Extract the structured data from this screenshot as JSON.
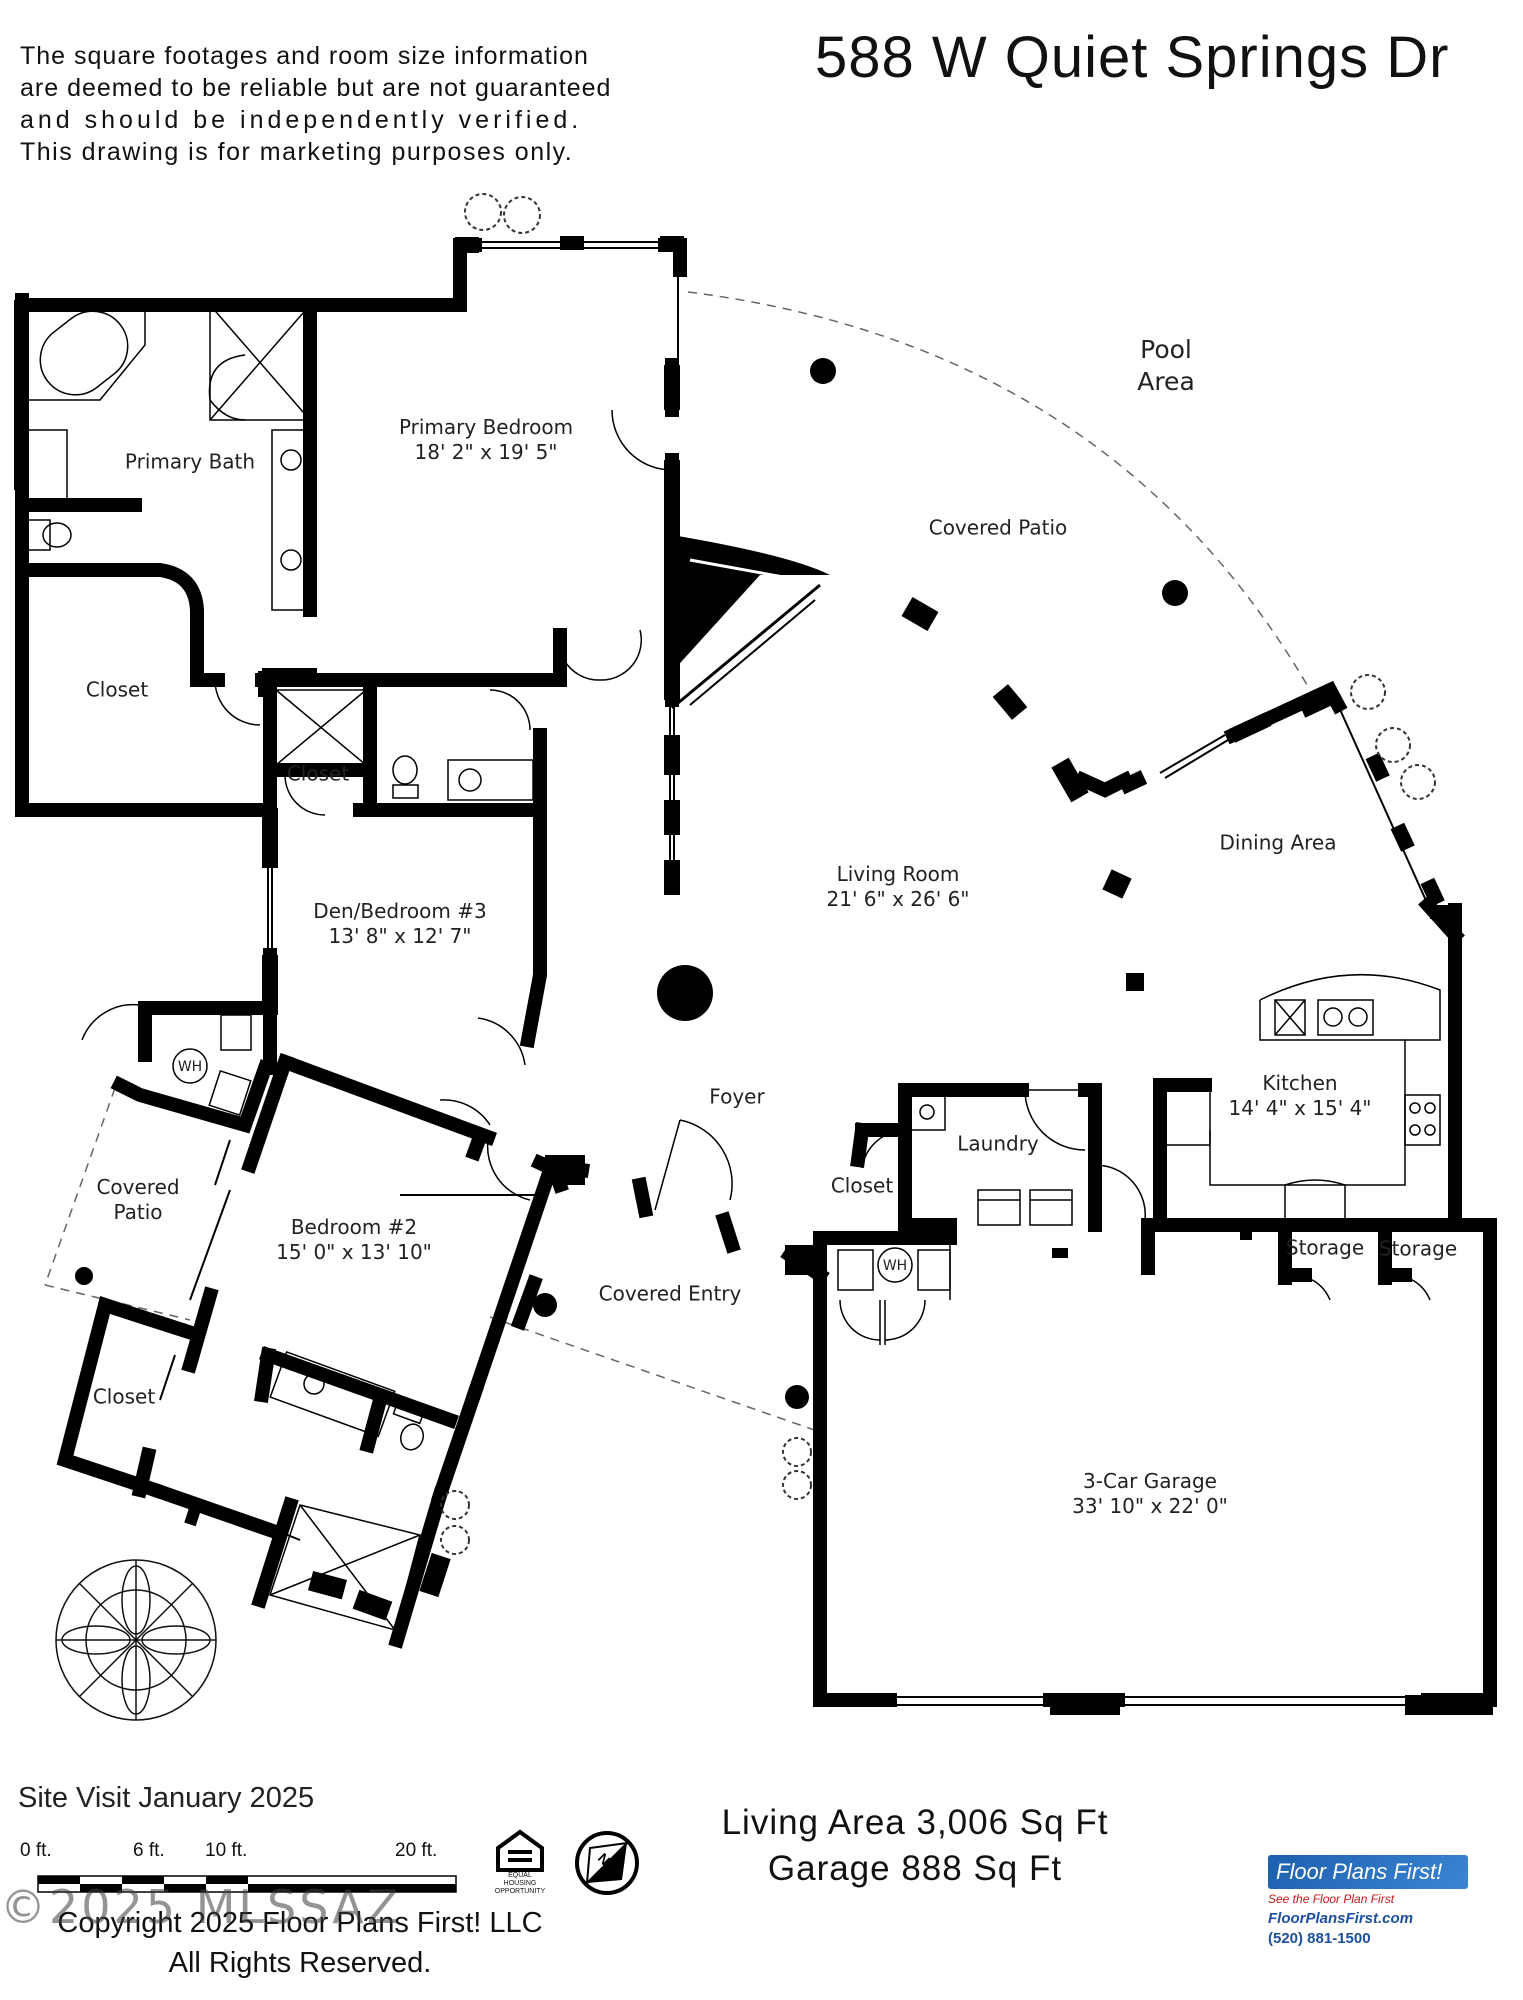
{
  "disclaimer": {
    "line1": "The square footages and room size information",
    "line2": "are deemed to be reliable but are not guaranteed",
    "line3": "and should be independently verified.",
    "line4": "This drawing is for marketing purposes only."
  },
  "address": "588 W Quiet Springs Dr",
  "rooms": {
    "primary_bedroom": {
      "name": "Primary Bedroom",
      "size": "18' 2\" x 19' 5\""
    },
    "primary_bath": {
      "name": "Primary Bath"
    },
    "pool_area": {
      "line1": "Pool",
      "line2": "Area"
    },
    "covered_patio_top": {
      "name": "Covered Patio"
    },
    "closet_primary": {
      "name": "Closet"
    },
    "closet_hall": {
      "name": "Closet"
    },
    "den_bedroom3": {
      "name": "Den/Bedroom #3",
      "size": "13' 8\" x 12' 7\""
    },
    "living_room": {
      "name": "Living Room",
      "size": "21' 6\" x 26' 6\""
    },
    "dining_area": {
      "name": "Dining Area"
    },
    "kitchen": {
      "name": "Kitchen",
      "size": "14' 4\" x 15' 4\""
    },
    "laundry": {
      "name": "Laundry"
    },
    "closet_foyer": {
      "name": "Closet"
    },
    "foyer": {
      "name": "Foyer"
    },
    "covered_patio_left": {
      "line1": "Covered",
      "line2": "Patio"
    },
    "bedroom2": {
      "name": "Bedroom #2",
      "size": "15' 0\" x 13' 10\""
    },
    "closet_bedroom2": {
      "name": "Closet"
    },
    "covered_entry": {
      "name": "Covered Entry"
    },
    "storage1": {
      "name": "Storage"
    },
    "storage2": {
      "name": "Storage"
    },
    "garage": {
      "name": "3-Car Garage",
      "size": "33' 10\" x 22' 0\""
    },
    "wh_left": "WH",
    "wh_garage": "WH"
  },
  "footer": {
    "site_visit": "Site Visit January 2025",
    "scale": {
      "t0": "0 ft.",
      "t6": "6 ft.",
      "t10": "10 ft.",
      "t20": "20 ft."
    },
    "living_area": "Living Area 3,006 Sq Ft",
    "garage_area": "Garage 888 Sq Ft",
    "copyright_line1": "Copyright 2025 Floor Plans First! LLC",
    "copyright_line2": "All Rights Reserved.",
    "watermark": "©2025 MLSSAZ",
    "north": "N",
    "equal_housing": {
      "line1": "EQUAL",
      "line2": "HOUSING",
      "line3": "OPPORTUNITY"
    },
    "logo": {
      "name": "Floor Plans First!",
      "tagline": "See the Floor Plan First",
      "url": "FloorPlansFirst.com",
      "phone": "(520) 881-1500"
    }
  },
  "colors": {
    "wall": "#000000",
    "logo_blue": "#1d5fae",
    "logo_red": "#c01818"
  }
}
